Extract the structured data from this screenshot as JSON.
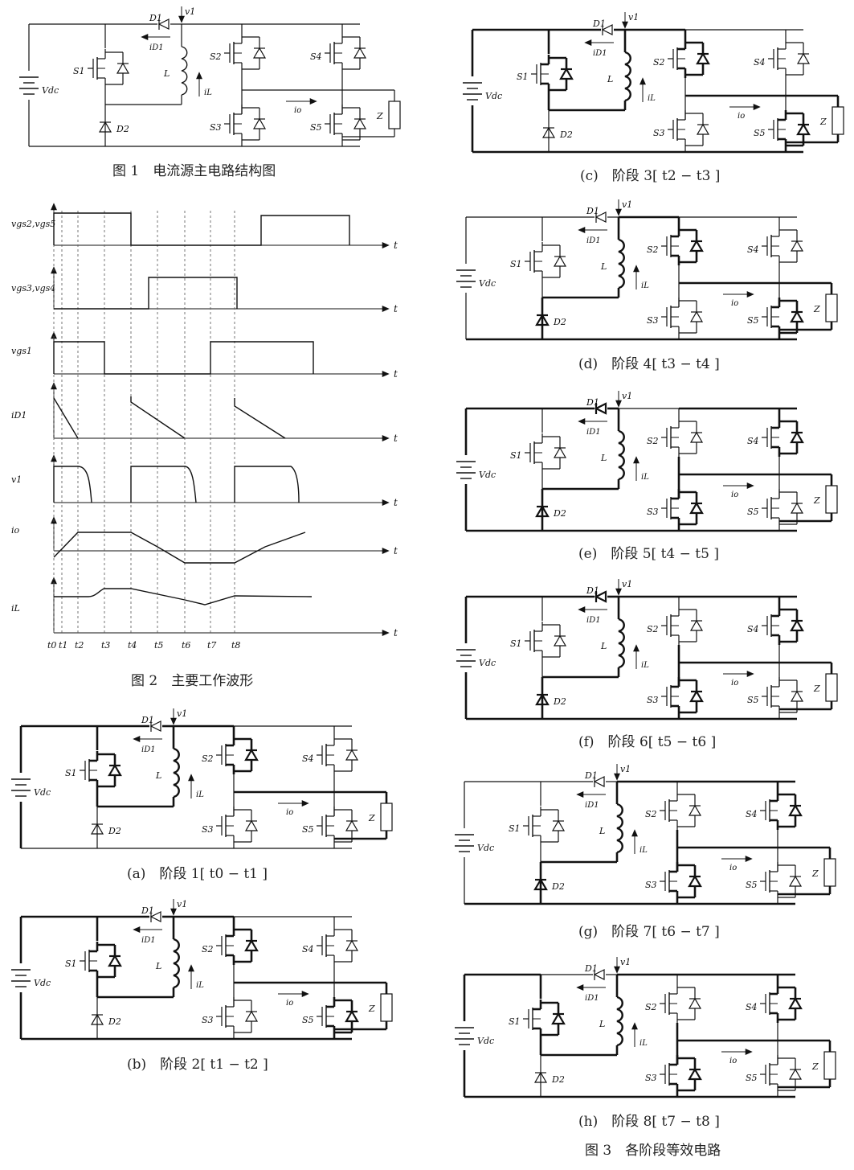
{
  "figure1": {
    "caption": "图 1　电流源主电路结构图"
  },
  "figure2": {
    "caption": "图 2　主要工作波形",
    "signals": [
      "v_gs2,v_gs5",
      "v_gs3,v_gs4",
      "v_gs1",
      "i_D1",
      "v1",
      "i_o",
      "i_L"
    ],
    "time_axis": "t",
    "time_ticks": [
      "t0",
      "t1",
      "t2",
      "t3",
      "t4",
      "t5",
      "t6",
      "t7",
      "t8"
    ]
  },
  "figure3": {
    "caption": "图 3　各阶段等效电路",
    "panels": [
      {
        "id": "a",
        "caption": "(a)　阶段 1[ t0 − t1 ]"
      },
      {
        "id": "b",
        "caption": "(b)　阶段 2[ t1 − t2 ]"
      },
      {
        "id": "c",
        "caption": "(c)　阶段 3[ t2 − t3 ]"
      },
      {
        "id": "d",
        "caption": "(d)　阶段 4[ t3 − t4 ]"
      },
      {
        "id": "e",
        "caption": "(e)　阶段 5[ t4 − t5 ]"
      },
      {
        "id": "f",
        "caption": "(f)　阶段 6[ t5 − t6 ]"
      },
      {
        "id": "g",
        "caption": "(g)　阶段 7[ t6 − t7 ]"
      },
      {
        "id": "h",
        "caption": "(h)　阶段 8[ t7 − t8 ]"
      }
    ]
  },
  "circuit_labels": {
    "vdc": "Vdc",
    "d1": "D1",
    "d2": "D2",
    "s1": "S1",
    "s2": "S2",
    "s3": "S3",
    "s4": "S4",
    "s5": "S5",
    "l": "L",
    "il": "iL",
    "id1": "iD1",
    "io": "io",
    "v1": "v1",
    "z": "Z"
  }
}
